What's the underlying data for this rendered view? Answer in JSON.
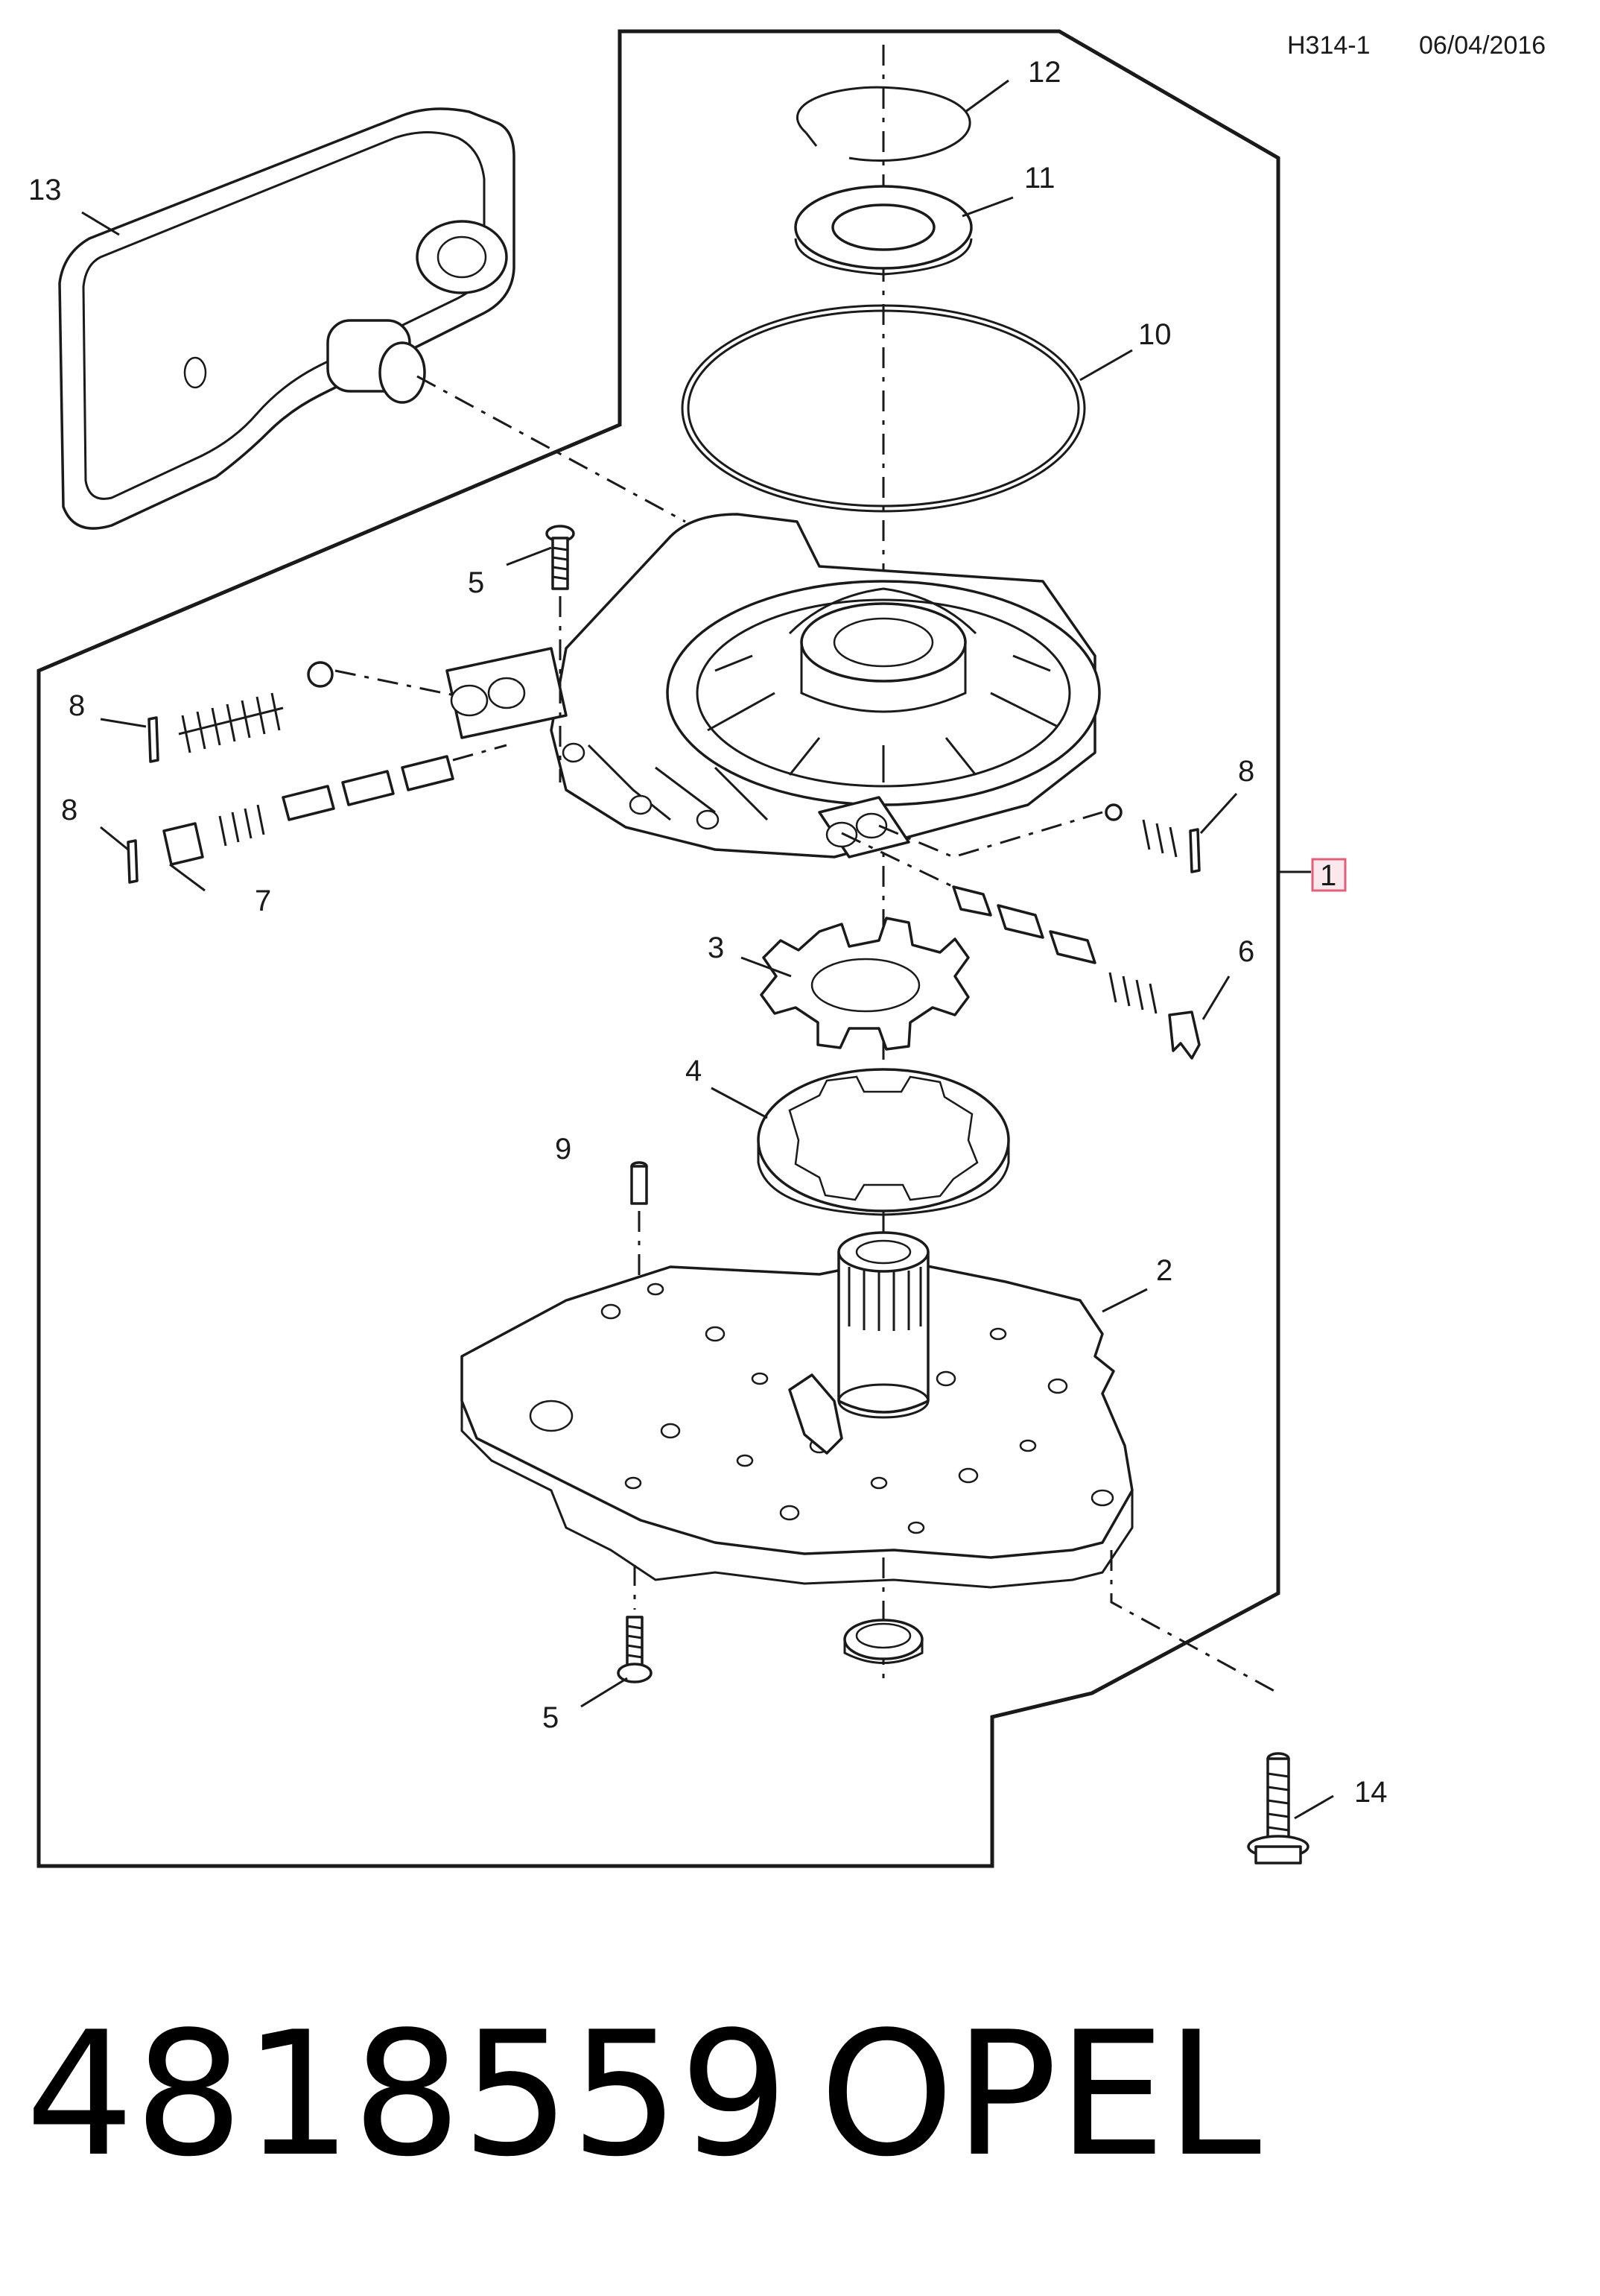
{
  "header": {
    "code": "H314-1",
    "date": "06/04/2016"
  },
  "callouts": {
    "c1": "1",
    "c2": "2",
    "c3": "3",
    "c4": "4",
    "c5a": "5",
    "c5b": "5",
    "c6": "6",
    "c7": "7",
    "c8a": "8",
    "c8b": "8",
    "c8c": "8",
    "c9": "9",
    "c10": "10",
    "c11": "11",
    "c12": "12",
    "c13": "13",
    "c14": "14"
  },
  "footer": {
    "part_number": "4818559",
    "brand": "OPEL"
  },
  "colors": {
    "line": "#1a1a1a",
    "callout_box": "#e0607a",
    "callout_fill": "#fbe8ec"
  }
}
